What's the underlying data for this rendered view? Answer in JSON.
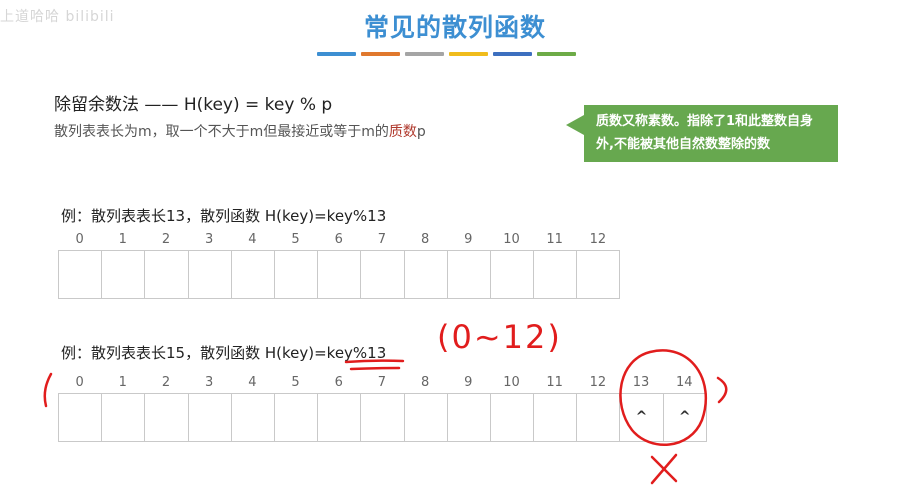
{
  "watermark": "上道哈哈 bilibili",
  "title": "常见的散列函数",
  "color_bar": [
    "#3d8fd2",
    "#e0782d",
    "#a5a5a5",
    "#f0bc1c",
    "#3d6fbf",
    "#6dab47"
  ],
  "formula": {
    "method": "除留余数法",
    "dash": " —— ",
    "expr": "H(key) = key % p"
  },
  "desc": {
    "prefix": "散列表表长为m，取一个不大于m但最接近或等于m的",
    "highlight": "质数",
    "suffix": "p"
  },
  "callout": {
    "text": "质数又称素数。指除了1和此整数自身外,不能被其他自然数整除的数"
  },
  "example1": {
    "label": "例：散列表表长13，散列函数 H(key)=key%13",
    "indices": [
      "0",
      "1",
      "2",
      "3",
      "4",
      "5",
      "6",
      "7",
      "8",
      "9",
      "10",
      "11",
      "12"
    ]
  },
  "example2": {
    "label_prefix": "例：散列表表长15，散列函数 H(key)=",
    "label_underlined": "key%13",
    "indices": [
      "0",
      "1",
      "2",
      "3",
      "4",
      "5",
      "6",
      "7",
      "8",
      "9",
      "10",
      "11",
      "12",
      "13",
      "14"
    ],
    "cells": [
      "",
      "",
      "",
      "",
      "",
      "",
      "",
      "",
      "",
      "",
      "",
      "",
      "",
      "^",
      "^"
    ]
  },
  "annotations": {
    "range_note": "(0~12)",
    "cross_mark": "X"
  }
}
